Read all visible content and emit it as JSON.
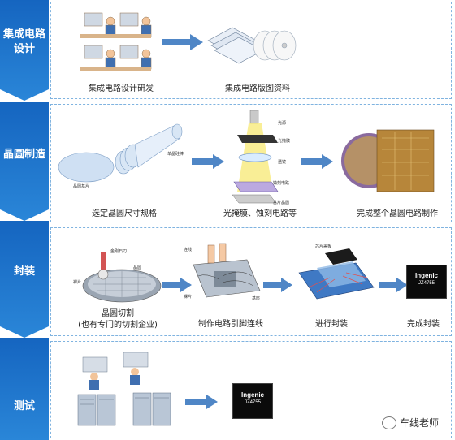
{
  "stages": [
    {
      "label": "集成电路\n设计"
    },
    {
      "label": "晶圆制造"
    },
    {
      "label": "封装"
    },
    {
      "label": "测试"
    }
  ],
  "design": {
    "captions": [
      "集成电路设计研发",
      "集成电路版图资料"
    ]
  },
  "fab": {
    "captions": [
      "选定晶圆尺寸规格",
      "光掩膜、蚀刻电路等",
      "完成整个晶圆电路制作"
    ],
    "labels": {
      "wafer_slice": "晶圆基片",
      "ingot": "单晶硅棒",
      "light": "光源",
      "mask": "光掩膜",
      "lens": "透镜",
      "etch": "蚀刻电路",
      "substrate": "基片晶圆"
    }
  },
  "package": {
    "captions": [
      "晶圆切割\n(也有专门的切割企业)",
      "制作电路引脚连线",
      "进行封装",
      "完成封装"
    ],
    "labels": {
      "diamond_saw": "金刚石刀",
      "wafer": "晶圆",
      "die": "裸片",
      "wire": "连线",
      "die2": "裸片",
      "substrate": "基座",
      "chip_cover": "芯片盖板"
    },
    "chip_brand": "Ingenic",
    "chip_model": "JZ4755"
  },
  "test": {
    "chip_brand": "Ingenic",
    "chip_model": "JZ4755"
  },
  "watermark": "车线老师",
  "colors": {
    "stage_blue": "#1a6fc4",
    "stage_light": "#2f8be0",
    "arrow": "#4f86c6",
    "border": "#7fb3e0"
  }
}
